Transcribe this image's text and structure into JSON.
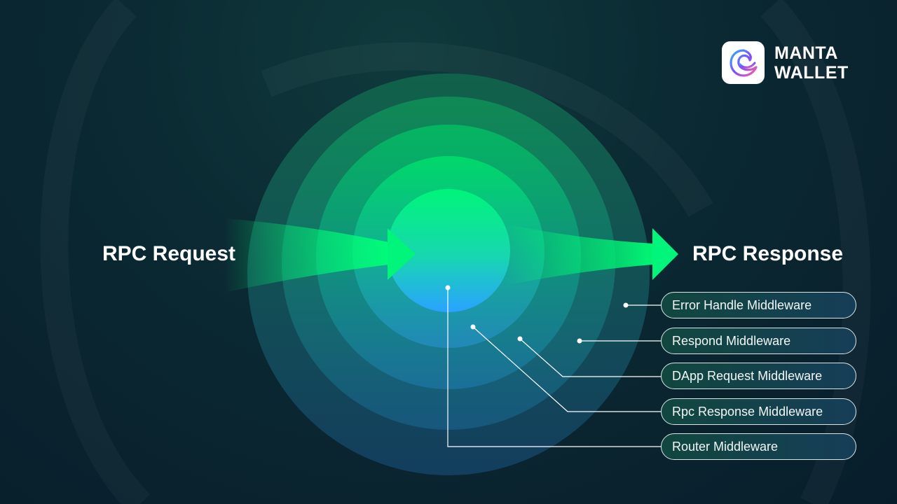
{
  "brand": {
    "line1": "MANTA",
    "line2": "WALLET",
    "logo_icon": "manta-logo-icon"
  },
  "diagram": {
    "request_label": "RPC Request",
    "response_label": "RPC Response",
    "middlewares": [
      "Error Handle Middleware",
      "Respond Middleware",
      "DApp Request Middleware",
      "Rpc Response Middleware",
      "Router Middleware"
    ]
  },
  "colors": {
    "background": "#0b2a33",
    "accent_green": "#00ff77",
    "accent_blue": "#2fa8ff",
    "pill_border": "#d8e6e6"
  }
}
